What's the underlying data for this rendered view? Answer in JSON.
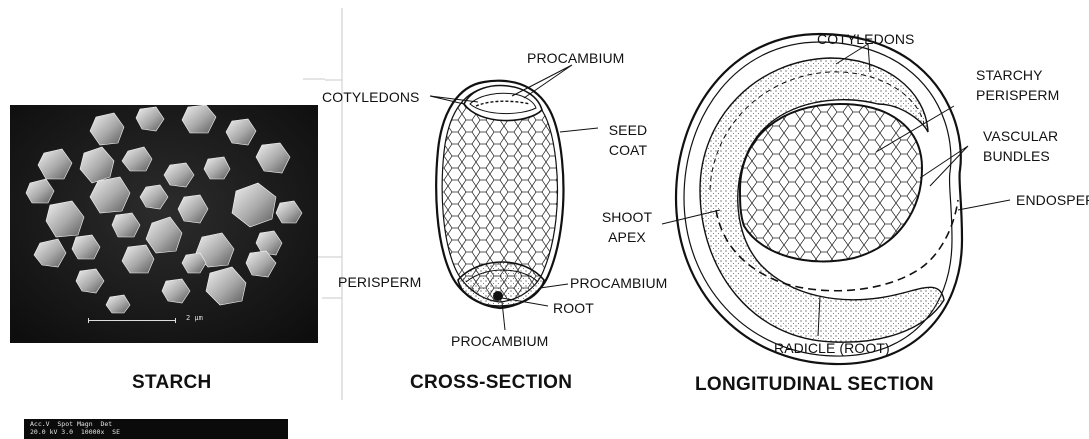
{
  "micrograph": {
    "data_bar": {
      "line1": "Acc.V  Spot Magn  Det",
      "line2": "20.0 kV 3.0  10000x  SE"
    },
    "scale_label": "2 µm"
  },
  "captions": {
    "starch": "STARCH",
    "cross_section": "CROSS-SECTION",
    "longitudinal_section": "LONGITUDINAL  SECTION"
  },
  "cross_section_labels": {
    "procambium_top": "PROCAMBIUM",
    "cotyledons": "COTYLEDONS",
    "seed_coat": "SEED COAT",
    "perisperm": "PERISPERM",
    "procambium_right": "PROCAMBIUM",
    "root": "ROOT",
    "procambium_bottom": "PROCAMBIUM"
  },
  "longitudinal_labels": {
    "cotyledons": "COTYLEDONS",
    "starchy_perisperm": "STARCHY PERISPERM",
    "vascular_bundles": "VASCULAR BUNDLES",
    "endosperm": "ENDOSPERM",
    "shoot_apex": "SHOOT APEX",
    "radicle": "RADICLE (ROOT)"
  }
}
